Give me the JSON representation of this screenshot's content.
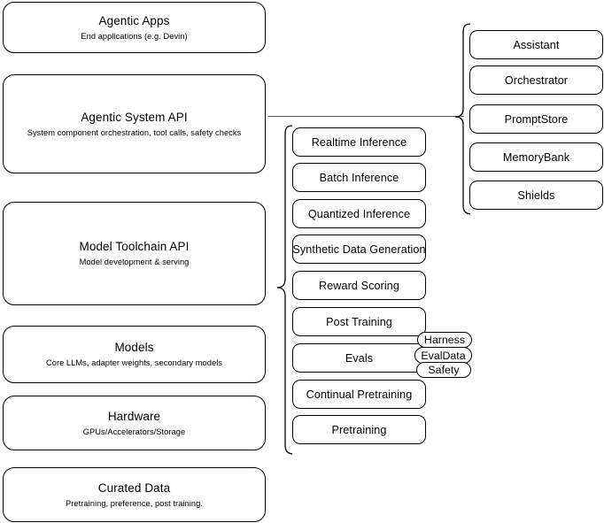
{
  "diagram": {
    "title": "LLM Stack Architecture Diagram",
    "colors": {
      "node_border": "#000000",
      "node_fill": "#ffffff",
      "connector": "#5b5b5b",
      "text": "#000000",
      "background": "#ffffff"
    },
    "layers": [
      {
        "id": "agentic-apps",
        "title": "Agentic Apps",
        "subtitle": "End applications (e.g. Devin)"
      },
      {
        "id": "agentic-system-api",
        "title": "Agentic System API",
        "subtitle": "System component orchestration, tool calls, safety checks"
      },
      {
        "id": "model-toolchain-api",
        "title": "Model Toolchain API",
        "subtitle": "Model development & serving"
      },
      {
        "id": "models",
        "title": "Models",
        "subtitle": "Core LLMs, adapter weights, secondary models"
      },
      {
        "id": "hardware",
        "title": "Hardware",
        "subtitle": "GPUs/Accelerators/Storage"
      },
      {
        "id": "curated-data",
        "title": "Curated Data",
        "subtitle": "Pretraining, preference, post training."
      }
    ],
    "toolchain_components": [
      {
        "id": "realtime-inference",
        "label": "Realtime Inference"
      },
      {
        "id": "batch-inference",
        "label": "Batch Inference"
      },
      {
        "id": "quantized-inference",
        "label": "Quantized Inference"
      },
      {
        "id": "synthetic-data-generation",
        "label": "Synthetic Data Generation"
      },
      {
        "id": "reward-scoring",
        "label": "Reward Scoring"
      },
      {
        "id": "post-training",
        "label": "Post Training"
      },
      {
        "id": "evals",
        "label": "Evals"
      },
      {
        "id": "continual-pretraining",
        "label": "Continual Pretraining"
      },
      {
        "id": "pretraining",
        "label": "Pretraining"
      }
    ],
    "evals_badges": [
      {
        "id": "harness",
        "label": "Harness"
      },
      {
        "id": "evaldata",
        "label": "EvalData"
      },
      {
        "id": "safety",
        "label": "Safety"
      }
    ],
    "agentic_system_components": [
      {
        "id": "assistant",
        "label": "Assistant"
      },
      {
        "id": "orchestrator",
        "label": "Orchestrator"
      },
      {
        "id": "promptstore",
        "label": "PromptStore"
      },
      {
        "id": "memorybank",
        "label": "MemoryBank"
      },
      {
        "id": "shields",
        "label": "Shields"
      }
    ]
  }
}
